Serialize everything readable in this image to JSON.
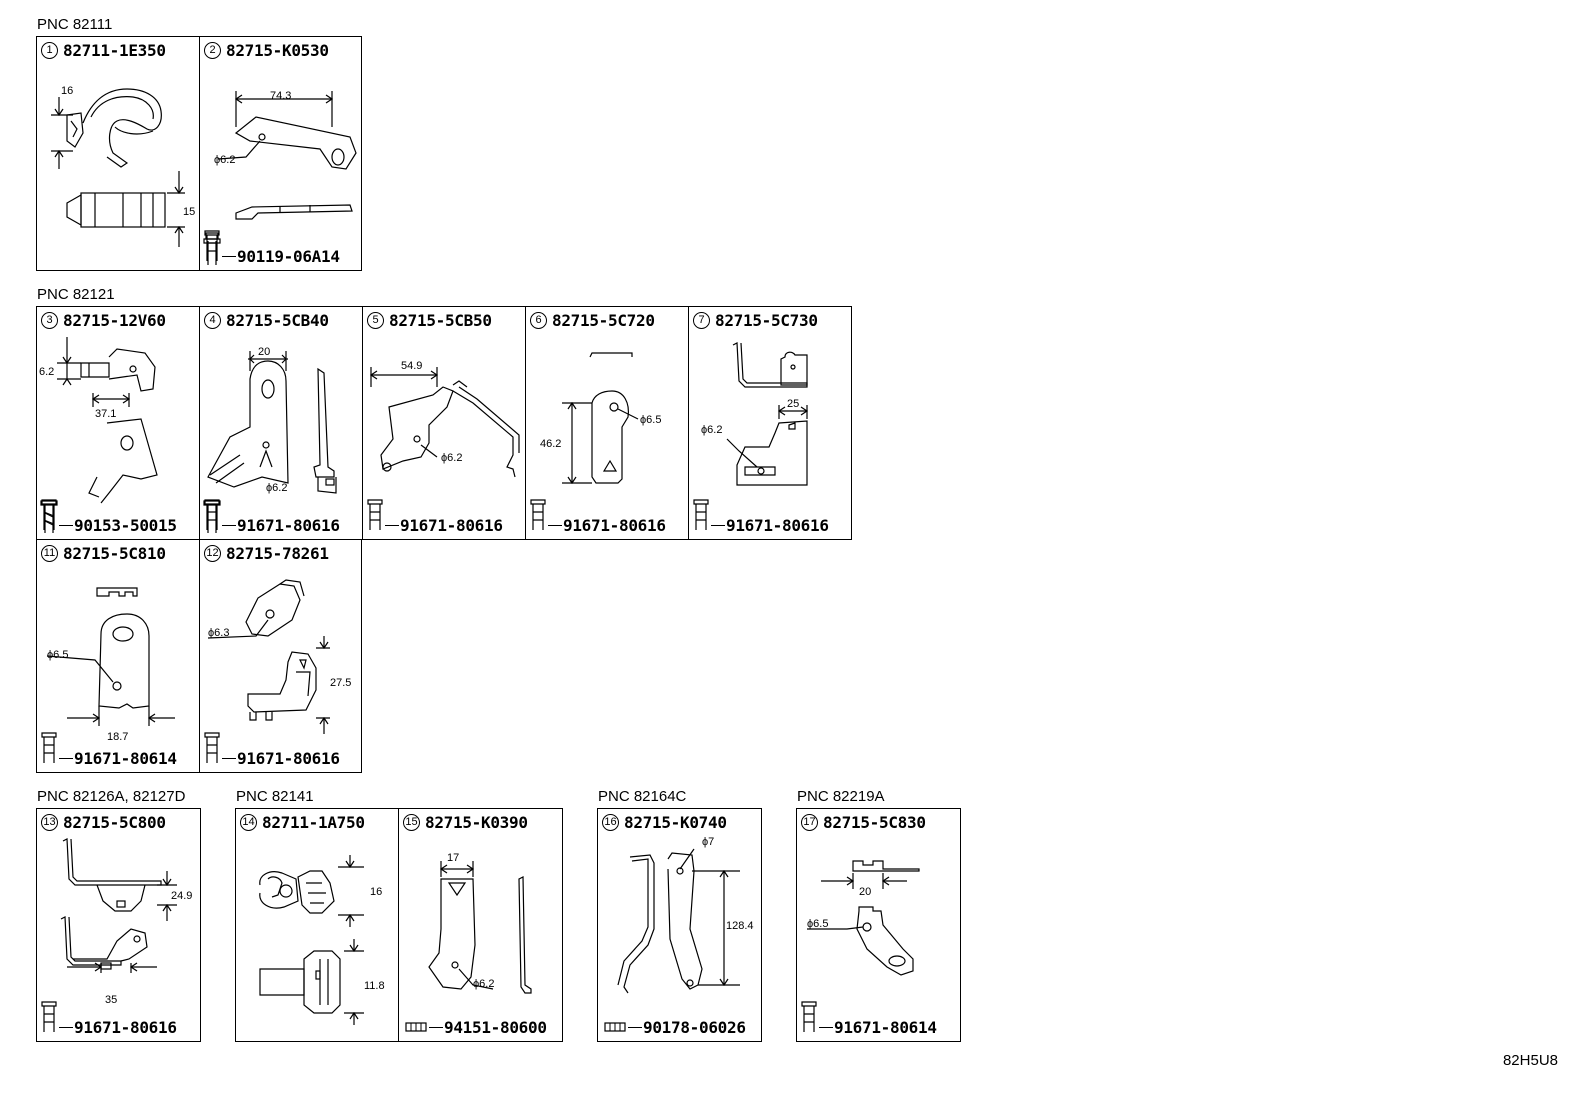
{
  "groups": {
    "g1": "PNC 82111",
    "g2": "PNC 82121",
    "g3": "PNC 82126A, 82127D",
    "g4": "PNC 82141",
    "g5": "PNC 82164C",
    "g6": "PNC 82219A"
  },
  "panels": {
    "p1": {
      "num": "1",
      "part": "82711-1E350",
      "dims": [
        "16",
        "15"
      ]
    },
    "p2": {
      "num": "2",
      "part": "82715-K0530",
      "fastener": "90119-06A14",
      "dims": [
        "74.3",
        "ϕ6.2"
      ]
    },
    "p3": {
      "num": "3",
      "part": "82715-12V60",
      "fastener": "90153-50015",
      "dims": [
        "6.2",
        "37.1"
      ]
    },
    "p4": {
      "num": "4",
      "part": "82715-5CB40",
      "fastener": "91671-80616",
      "dims": [
        "20",
        "ϕ6.2"
      ]
    },
    "p5": {
      "num": "5",
      "part": "82715-5CB50",
      "fastener": "91671-80616",
      "dims": [
        "54.9",
        "ϕ6.2"
      ]
    },
    "p6": {
      "num": "6",
      "part": "82715-5C720",
      "fastener": "91671-80616",
      "dims": [
        "46.2",
        "ϕ6.5"
      ]
    },
    "p7": {
      "num": "7",
      "part": "82715-5C730",
      "fastener": "91671-80616",
      "dims": [
        "25",
        "ϕ6.2"
      ]
    },
    "p11": {
      "num": "11",
      "part": "82715-5C810",
      "fastener": "91671-80614",
      "dims": [
        "ϕ6.5",
        "18.7"
      ]
    },
    "p12": {
      "num": "12",
      "part": "82715-78261",
      "fastener": "91671-80616",
      "dims": [
        "ϕ6.3",
        "27.5"
      ]
    },
    "p13": {
      "num": "13",
      "part": "82715-5C800",
      "fastener": "91671-80616",
      "dims": [
        "24.9",
        "35"
      ]
    },
    "p14": {
      "num": "14",
      "part": "82711-1A750",
      "dims": [
        "16",
        "11.8"
      ]
    },
    "p15": {
      "num": "15",
      "part": "82715-K0390",
      "fastener": "94151-80600",
      "dims": [
        "17",
        "ϕ6.2"
      ]
    },
    "p16": {
      "num": "16",
      "part": "82715-K0740",
      "fastener": "90178-06026",
      "dims": [
        "ϕ7",
        "128.4"
      ]
    },
    "p17": {
      "num": "17",
      "part": "82715-5C830",
      "fastener": "91671-80614",
      "dims": [
        "20",
        "ϕ6.5"
      ]
    }
  },
  "footer": "82H5U8"
}
